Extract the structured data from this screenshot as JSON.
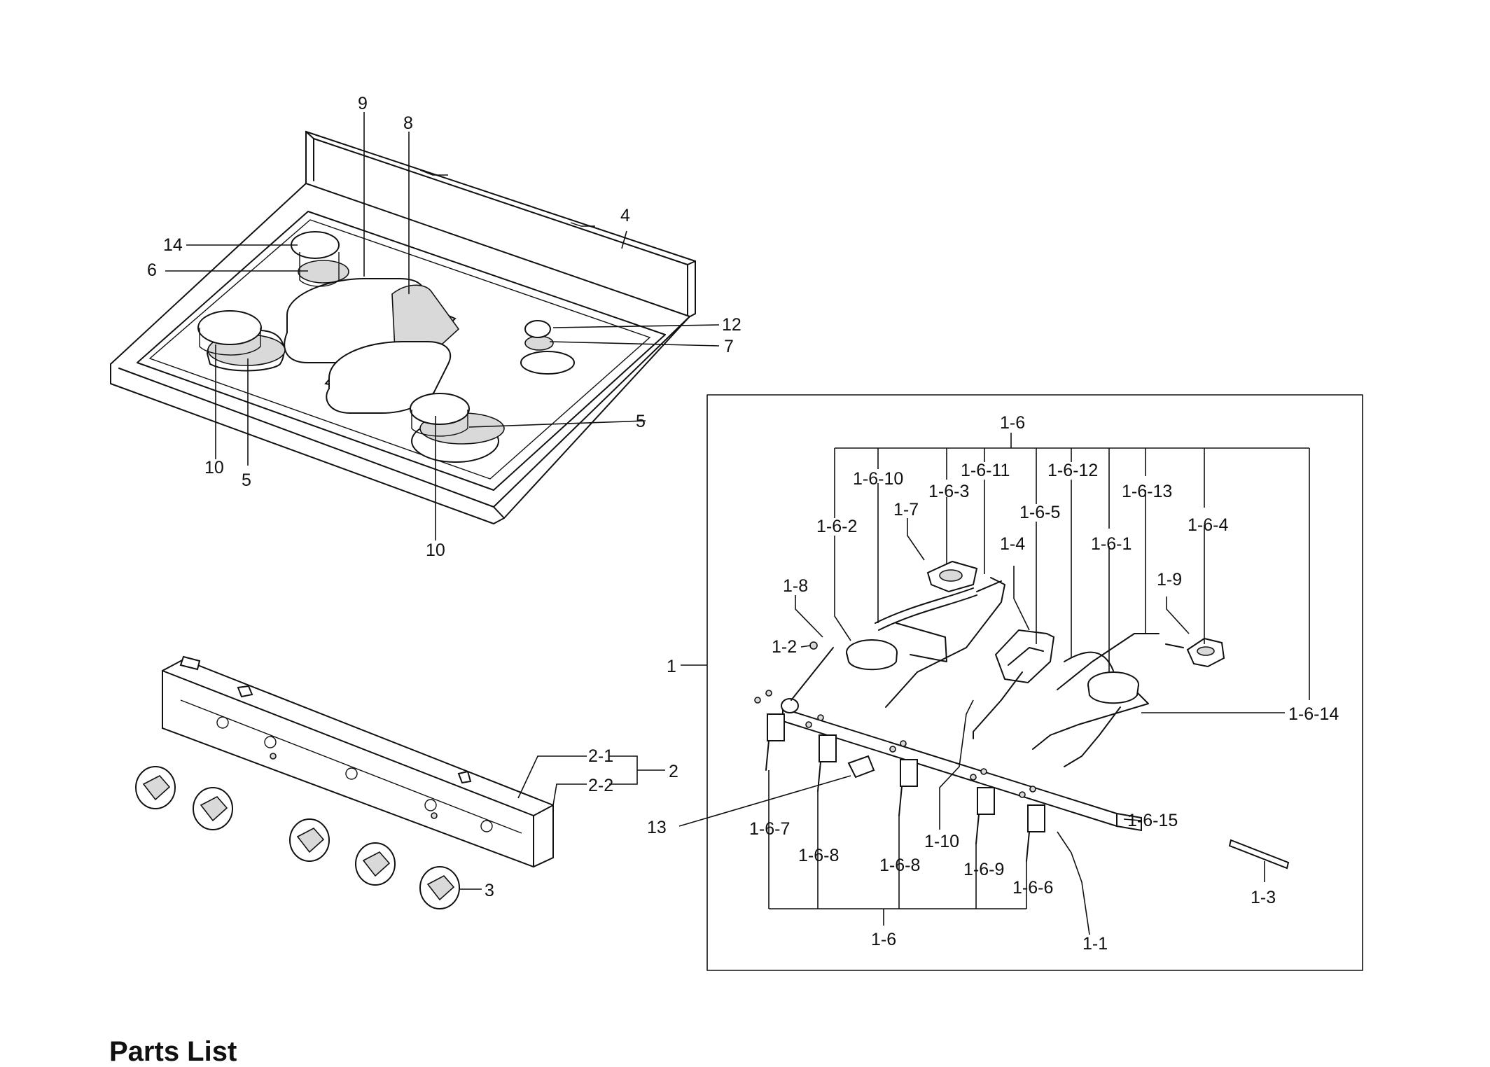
{
  "footer": {
    "title": "Parts List"
  },
  "cooktop": {
    "labels": {
      "l9": "9",
      "l8": "8",
      "l4": "4",
      "l14": "14",
      "l6": "6",
      "l12": "12",
      "l7": "7",
      "l5a": "5",
      "l5b": "5",
      "l10a": "10",
      "l10b": "10"
    }
  },
  "control_panel": {
    "labels": {
      "l2_1": "2-1",
      "l2_2": "2-2",
      "l2": "2",
      "l3": "3"
    }
  },
  "burner_assembly": {
    "labels": {
      "l1_6_top": "1-6",
      "l1_6_10": "1-6-10",
      "l1_6_11": "1-6-11",
      "l1_6_12": "1-6-12",
      "l1_6_13": "1-6-13",
      "l1_6_3": "1-6-3",
      "l1_6_5": "1-6-5",
      "l1_6_2": "1-6-2",
      "l1_7": "1-7",
      "l1_4": "1-4",
      "l1_6_1": "1-6-1",
      "l1_6_4": "1-6-4",
      "l1_8": "1-8",
      "l1_9": "1-9",
      "l1_2": "1-2",
      "l1": "1",
      "l1_6_14": "1-6-14",
      "l13": "13",
      "l1_6_15": "1-6-15",
      "l1_6_7": "1-6-7",
      "l1_10": "1-10",
      "l1_6_8a": "1-6-8",
      "l1_6_8b": "1-6-8",
      "l1_6_9": "1-6-9",
      "l1_6_6": "1-6-6",
      "l1_3": "1-3",
      "l1_6_bottom": "1-6",
      "l1_1": "1-1"
    }
  }
}
